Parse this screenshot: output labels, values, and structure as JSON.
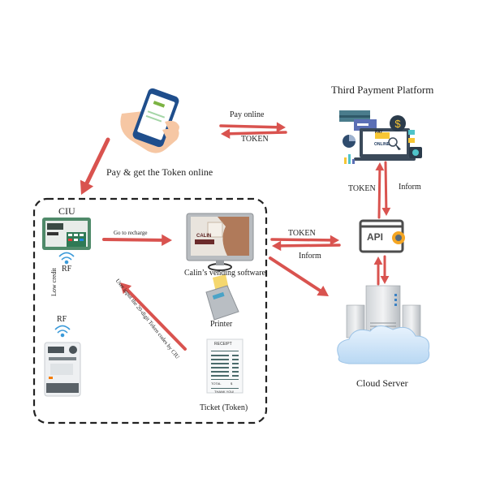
{
  "diagram": {
    "arrow_color": "#d9534f",
    "nodes": {
      "phone": {
        "label": ""
      },
      "third_payment": {
        "label": "Third Payment Platform",
        "badge_pay": "PAY",
        "badge_online": "ONLINE",
        "currency": "$"
      },
      "api": {
        "label": "API"
      },
      "cloud_server": {
        "label": "Cloud Server"
      },
      "ciu": {
        "label": "CIU",
        "rf_label": "RF"
      },
      "meter": {
        "rf_label": "RF"
      },
      "vending_software": {
        "label": "Calin’s vending software",
        "screen_brand": "CALIN"
      },
      "printer": {
        "label": "Printer"
      },
      "ticket": {
        "label": "Ticket (Token)",
        "receipt_title": "RECEIPT",
        "total": "TOTAL",
        "total_value": "$",
        "thanks": "THANK YOU!"
      }
    },
    "edges": {
      "pay_online": "Pay online",
      "token_top": "TOKEN",
      "pay_get_token": "Pay & get the Token online",
      "go_recharge": "Go to recharge",
      "low_credit": "Low credit",
      "user_input": "User input the 20-digit Token codes by CIU",
      "token_mid": "TOKEN",
      "inform_mid": "Inform",
      "token_vert": "TOKEN",
      "inform_vert": "Inform"
    }
  }
}
